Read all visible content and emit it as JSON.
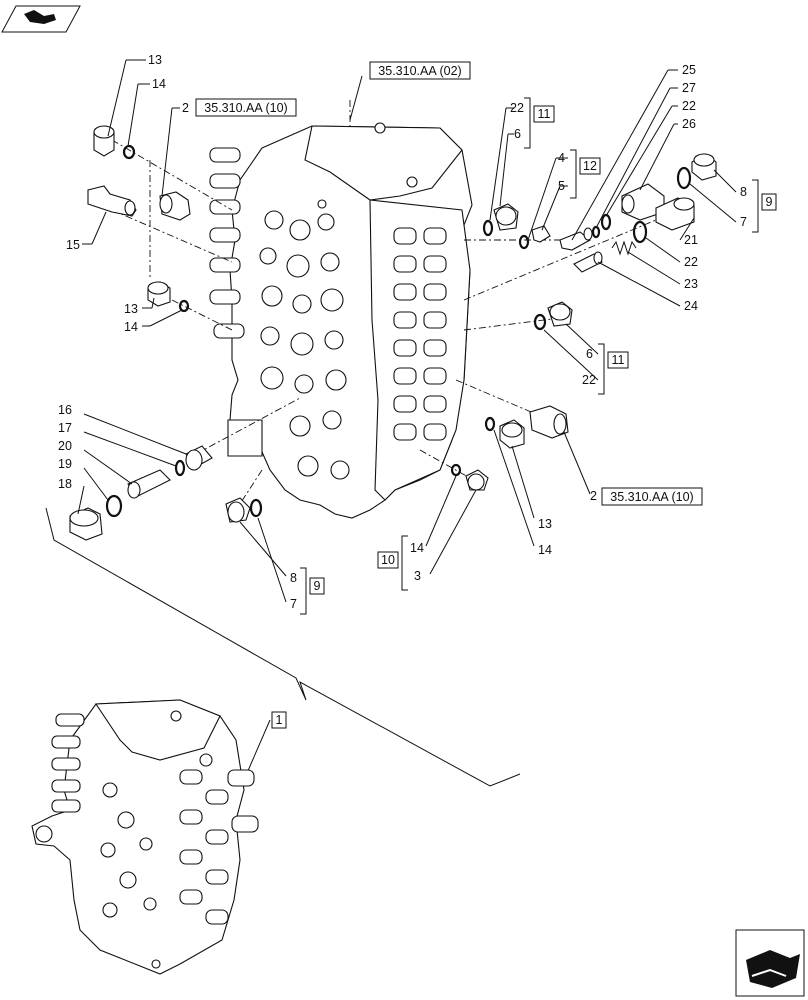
{
  "references": {
    "main_block": "35.310.AA (02)",
    "cross_ref_top": "35.310.AA (10)",
    "cross_ref_bottom": "35.310.AA (10)"
  },
  "callouts": {
    "c13a": "13",
    "c14a": "14",
    "c2a": "2",
    "c15": "15",
    "c13b": "13",
    "c14b": "14",
    "c22a": "22",
    "c6a": "6",
    "k11a": "11",
    "c4": "4",
    "c5": "5",
    "k12": "12",
    "c25": "25",
    "c27": "27",
    "c22b": "22",
    "c26": "26",
    "c8a": "8",
    "c7a": "7",
    "k9a": "9",
    "c21": "21",
    "c22c": "22",
    "c23": "23",
    "c24": "24",
    "c6b": "6",
    "c22d": "22",
    "k11b": "11",
    "c16": "16",
    "c17": "17",
    "c20": "20",
    "c19": "19",
    "c18": "18",
    "c2b": "2",
    "c13c": "13",
    "c14c": "14",
    "c8b": "8",
    "c7b": "7",
    "k9b": "9",
    "c14d": "14",
    "c3": "3",
    "k10": "10",
    "k1": "1"
  },
  "icons": [
    "next-page-icon",
    "previous-page-icon"
  ]
}
